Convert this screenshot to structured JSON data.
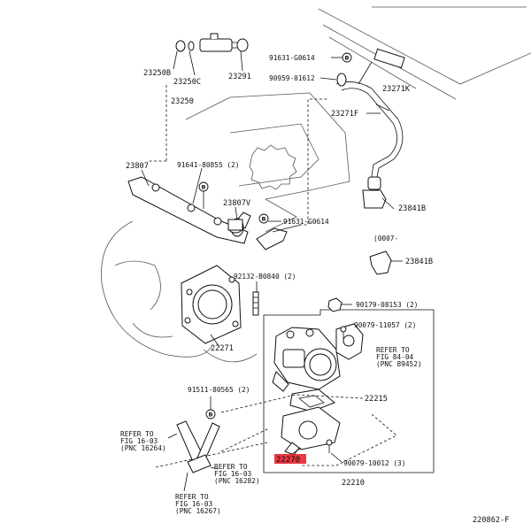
{
  "labels": {
    "p23250b": "23250B",
    "p23250c": "23250C",
    "p23250": "23250",
    "p23291": "23291",
    "p91631_top": "91631-G0614",
    "p90959": "90959-01612",
    "p23271k": "23271K",
    "p23271f": "23271F",
    "p23807": "23807",
    "p91641": "91641-80855 (2)",
    "p23807v": "23807V",
    "p91631_mid": "91631-G0614",
    "p23841b_a": "23841B",
    "p0007": "(0007-",
    "p23841b_b": "23841B",
    "p92132": "92132-B0840 (2)",
    "p90179": "90179-08153 (2)",
    "p90079_11057": "90079-11057 (2)",
    "refer_84_l1": "REFER TO",
    "refer_84_l2": "FIG 84-04",
    "refer_84_l3": "(PNC 89452)",
    "p22271": "22271",
    "p91511": "91511-80565 (2)",
    "p22215": "22215",
    "refer_16_264_l1": "REFER TO",
    "refer_16_264_l2": "FIG 16-03",
    "refer_16_264_l3": "(PNC 16264)",
    "refer_16_282_l1": "REFER TO",
    "refer_16_282_l2": "FIG 16-03",
    "refer_16_282_l3": "(PNC 16282)",
    "refer_16_267_l1": "REFER TO",
    "refer_16_267_l2": "FIG 16-03",
    "refer_16_267_l3": "(PNC 16267)",
    "p22270": "22270",
    "p90079_10012": "90079-10012 (3)",
    "p22210": "22210",
    "figure_id": "220862-F"
  },
  "callout_marker": "B",
  "colors": {
    "line": "#111111",
    "highlight": "#e8141e"
  }
}
